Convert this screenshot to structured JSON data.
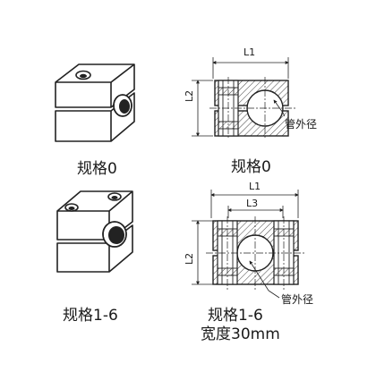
{
  "captions": {
    "top_iso": "规格0",
    "top_section": "规格0",
    "bottom_iso": "规格1-6",
    "bottom_section": "规格1-6",
    "bottom_width": "宽度30mm"
  },
  "dimensions": {
    "top_L1": "L1",
    "top_L2": "L2",
    "bottom_L1": "L1",
    "bottom_L3": "L3",
    "bottom_L2": "L2"
  },
  "annotations": {
    "top_pipe_od": "管外径",
    "bottom_pipe_od": "管外径"
  },
  "colors": {
    "stroke": "#222222",
    "hatch": "#444444",
    "background": "#ffffff"
  }
}
